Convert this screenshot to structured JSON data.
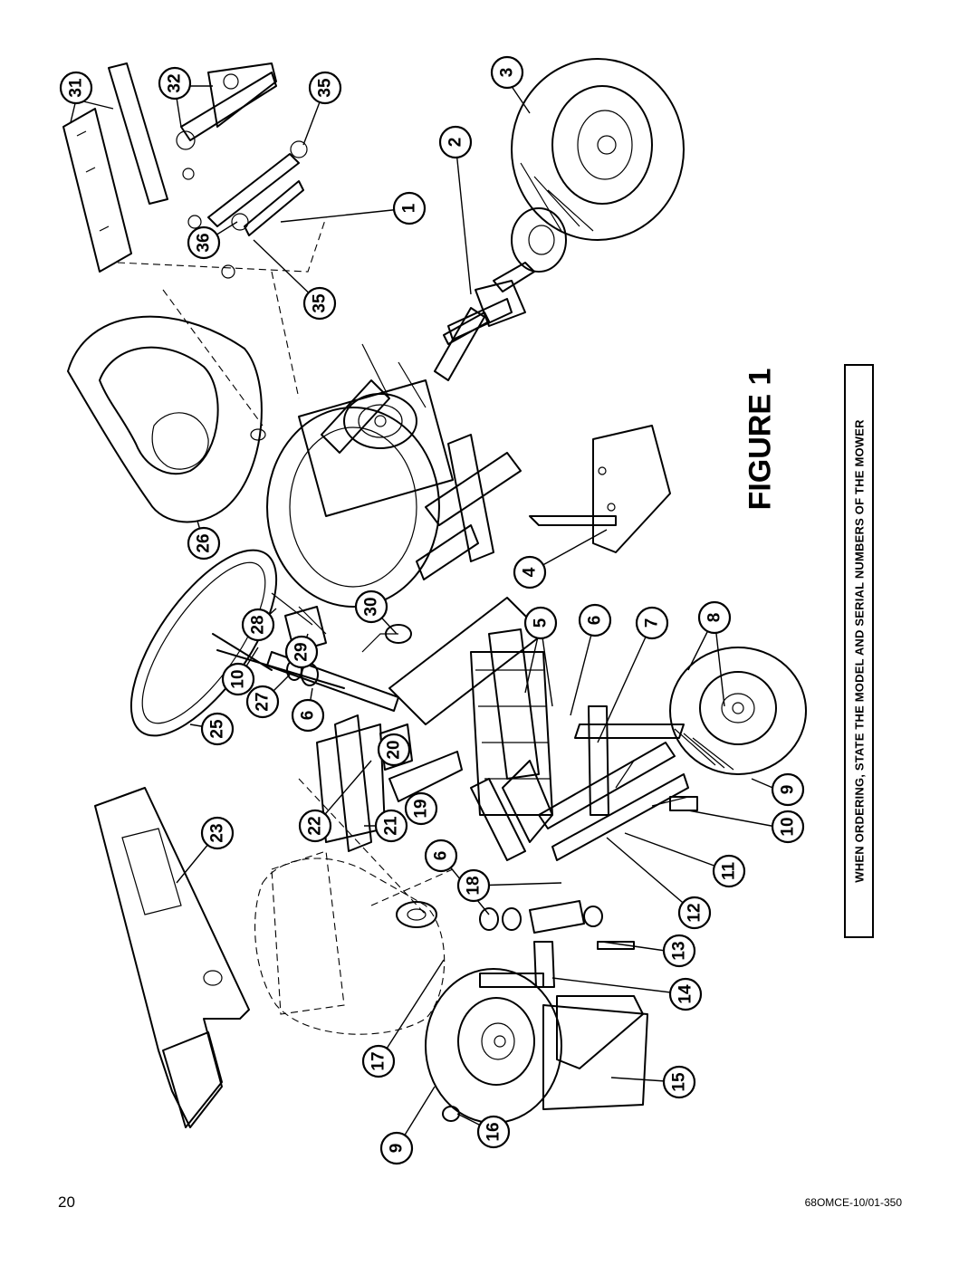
{
  "figure_label": "FIGURE 1",
  "notice": "WHEN ORDERING, STATE THE MODEL AND SERIAL NUMBERS OF THE MOWER",
  "page_number": "20",
  "doc_code": "68OMCE-10/01-350",
  "callouts": [
    "31",
    "32",
    "35",
    "3",
    "2",
    "1",
    "36",
    "35",
    "26",
    "30",
    "28",
    "29",
    "10",
    "27",
    "6",
    "25",
    "20",
    "22",
    "21",
    "19",
    "23",
    "4",
    "5",
    "6",
    "7",
    "8",
    "9",
    "10",
    "11",
    "12",
    "13",
    "14",
    "15",
    "16",
    "17",
    "18",
    "6",
    "9"
  ]
}
